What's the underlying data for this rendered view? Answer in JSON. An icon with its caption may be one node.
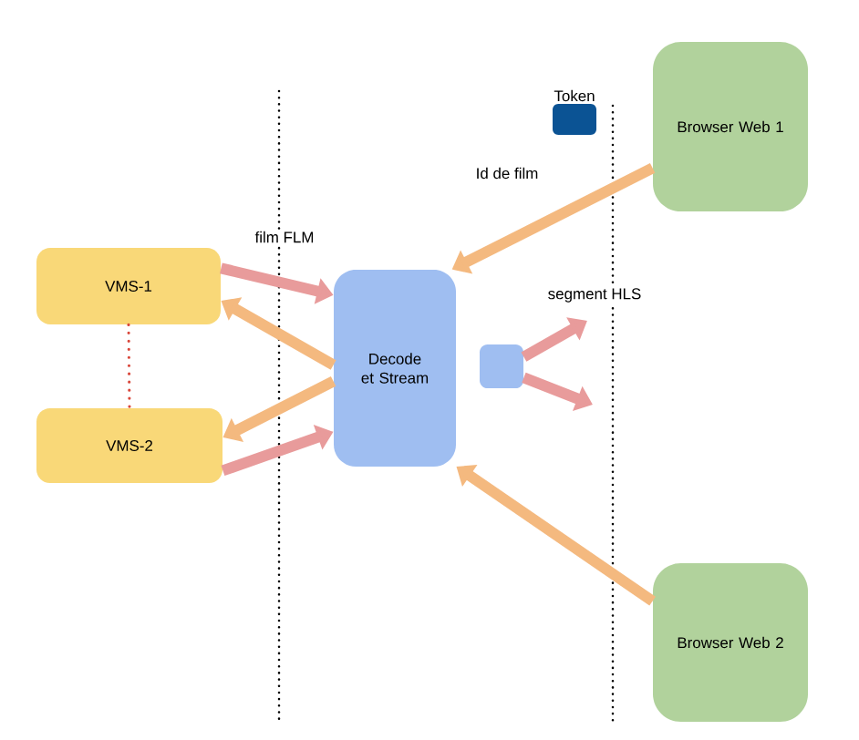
{
  "diagram": {
    "nodes": [
      {
        "text": [
          "Token"
        ]
      },
      {
        "text": [
          "Browser Web 1"
        ]
      },
      {
        "text": [
          "VMS-1"
        ]
      },
      {
        "text": [
          "Decode et Stream"
        ]
      },
      {
        "text": [],
        "shape": "box"
      },
      {
        "text": [
          "VMS-2"
        ]
      },
      {
        "text": [
          "Browser Web 2"
        ]
      }
    ],
    "edges": [
      {
        "from": 2,
        "to": 3,
        "arrow": "to",
        "label": "film FLM",
        "color": "#e89b9b"
      },
      {
        "from": 3,
        "to": 2,
        "arrow": "to",
        "color": "#f4b97f"
      },
      {
        "from": 3,
        "to": 5,
        "arrow": "to",
        "color": "#f4b97f"
      },
      {
        "from": 5,
        "to": 3,
        "arrow": "to",
        "color": "#e89b9b"
      },
      {
        "from": 1,
        "to": 3,
        "arrow": "to",
        "label": "Id de film",
        "color": "#f4b97f"
      },
      {
        "from": 4,
        "to": null,
        "arrow": "to",
        "label": "segment HLS",
        "color": "#e89b9b"
      },
      {
        "from": 4,
        "to": null,
        "arrow": "to",
        "color": "#e89b9b"
      },
      {
        "from": 6,
        "to": 3,
        "arrow": "to",
        "color": "#f4b97f"
      },
      {
        "from": 2,
        "to": 5,
        "arrow": "none",
        "style": "dashed",
        "color": "#d9463a"
      }
    ]
  }
}
